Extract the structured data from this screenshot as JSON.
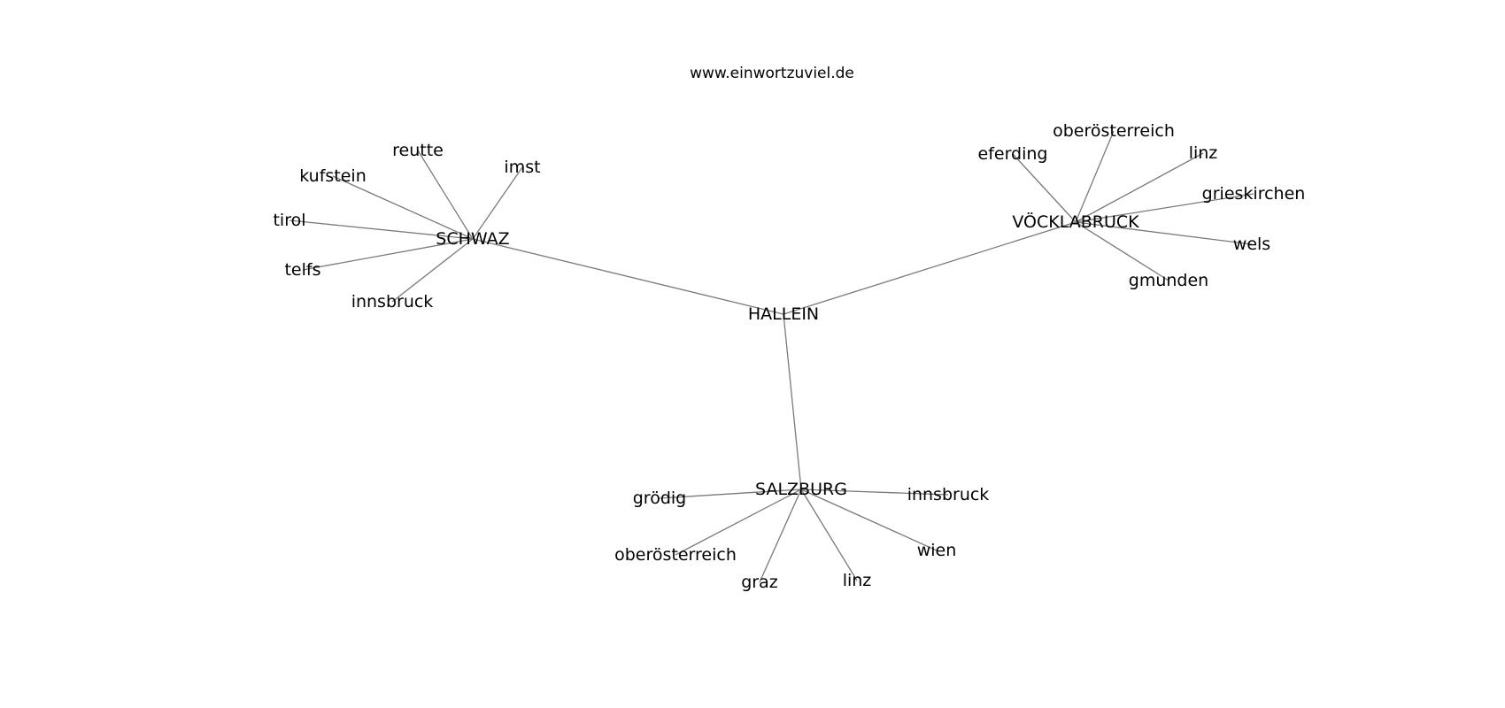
{
  "title": "www.einwortzuviel.de",
  "colors": {
    "edge": "#7a7a7a",
    "text": "#000000",
    "background": "#ffffff"
  },
  "nodes": [
    {
      "id": "hallein",
      "label": "HALLEIN"
    },
    {
      "id": "schwaz",
      "label": "SCHWAZ"
    },
    {
      "id": "voecklabruck",
      "label": "VÖCKLABRUCK"
    },
    {
      "id": "salzburg",
      "label": "SALZBURG"
    },
    {
      "id": "schwaz-reutte",
      "label": "reutte"
    },
    {
      "id": "schwaz-imst",
      "label": "imst"
    },
    {
      "id": "schwaz-kufstein",
      "label": "kufstein"
    },
    {
      "id": "schwaz-tirol",
      "label": "tirol"
    },
    {
      "id": "schwaz-telfs",
      "label": "telfs"
    },
    {
      "id": "schwaz-innsbruck",
      "label": "innsbruck"
    },
    {
      "id": "voeck-eferding",
      "label": "eferding"
    },
    {
      "id": "voeck-oberoesterreich",
      "label": "oberösterreich"
    },
    {
      "id": "voeck-linz",
      "label": "linz"
    },
    {
      "id": "voeck-grieskirchen",
      "label": "grieskirchen"
    },
    {
      "id": "voeck-wels",
      "label": "wels"
    },
    {
      "id": "voeck-gmunden",
      "label": "gmunden"
    },
    {
      "id": "salz-groedig",
      "label": "grödig"
    },
    {
      "id": "salz-innsbruck",
      "label": "innsbruck"
    },
    {
      "id": "salz-oberoesterreich",
      "label": "oberösterreich"
    },
    {
      "id": "salz-wien",
      "label": "wien"
    },
    {
      "id": "salz-graz",
      "label": "graz"
    },
    {
      "id": "salz-linz",
      "label": "linz"
    }
  ],
  "edges": [
    [
      "hallein",
      "schwaz"
    ],
    [
      "hallein",
      "voecklabruck"
    ],
    [
      "hallein",
      "salzburg"
    ],
    [
      "schwaz",
      "schwaz-reutte"
    ],
    [
      "schwaz",
      "schwaz-imst"
    ],
    [
      "schwaz",
      "schwaz-kufstein"
    ],
    [
      "schwaz",
      "schwaz-tirol"
    ],
    [
      "schwaz",
      "schwaz-telfs"
    ],
    [
      "schwaz",
      "schwaz-innsbruck"
    ],
    [
      "voecklabruck",
      "voeck-eferding"
    ],
    [
      "voecklabruck",
      "voeck-oberoesterreich"
    ],
    [
      "voecklabruck",
      "voeck-linz"
    ],
    [
      "voecklabruck",
      "voeck-grieskirchen"
    ],
    [
      "voecklabruck",
      "voeck-wels"
    ],
    [
      "voecklabruck",
      "voeck-gmunden"
    ],
    [
      "salzburg",
      "salz-groedig"
    ],
    [
      "salzburg",
      "salz-innsbruck"
    ],
    [
      "salzburg",
      "salz-oberoesterreich"
    ],
    [
      "salzburg",
      "salz-wien"
    ],
    [
      "salzburg",
      "salz-graz"
    ],
    [
      "salzburg",
      "salz-linz"
    ]
  ]
}
